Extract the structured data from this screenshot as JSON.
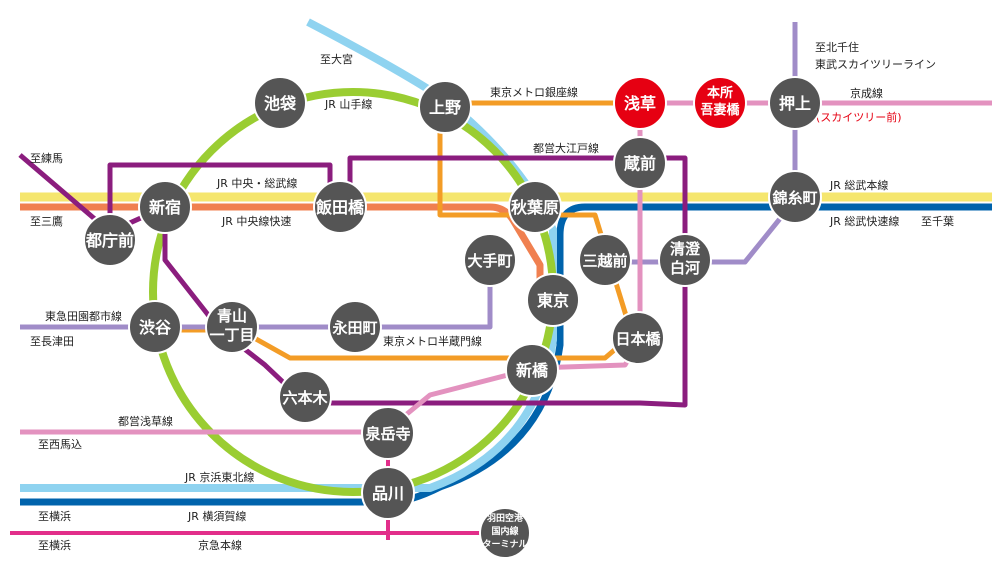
{
  "colors": {
    "yamanote": "#9acd32",
    "chuo_sobu": "#f5e66e",
    "chuo_rapid": "#f08050",
    "keihin_tohoku": "#8fd3f0",
    "yokosuka": "#0063ac",
    "ginza": "#f39c26",
    "oedo": "#8b1d7e",
    "hanzomon": "#a08cc8",
    "asakusa": "#e392bf",
    "keikyu": "#e22e8a",
    "tobu": "#a08cc8",
    "station_fill": "#555555",
    "station_highlight": "#e60012"
  },
  "labels": {
    "to_omiya": "至大宮",
    "to_nerima": "至練馬",
    "to_mitaka": "至三鷹",
    "to_kitasenju": "至北千住",
    "tobu_skytree": "東武スカイツリーライン",
    "keisei": "京成線",
    "skytree_mae": "(スカイツリー前)",
    "jr_yamanote": "JR 山手線",
    "metro_ginza": "東京メトロ銀座線",
    "toei_oedo": "都営大江戸線",
    "jr_chuo_sobu": "JR 中央・総武線",
    "jr_chuo_rapid": "JR 中央線快速",
    "jr_sobu_main": "JR 総武本線",
    "jr_sobu_rapid": "JR 総武快速線",
    "to_chiba": "至千葉",
    "tokyu_den": "東急田園都市線",
    "to_nagatsuta": "至長津田",
    "metro_hanzomon": "東京メトロ半蔵門線",
    "toei_asakusa": "都営浅草線",
    "to_nishimagome": "至西馬込",
    "jr_keihin": "JR 京浜東北線",
    "to_yokohama_1": "至横浜",
    "jr_yokosuka": "JR 横須賀線",
    "to_yokohama_2": "至横浜",
    "keikyu_main": "京急本線"
  },
  "stations": {
    "ikebukuro": [
      "池袋"
    ],
    "ueno": [
      "上野"
    ],
    "asakusa": [
      "浅草"
    ],
    "honjo": [
      "本所",
      "吾妻橋"
    ],
    "oshiage": [
      "押上"
    ],
    "kuramae": [
      "蔵前"
    ],
    "kinshicho": [
      "錦糸町"
    ],
    "shinjuku": [
      "新宿"
    ],
    "tochomae": [
      "都庁前"
    ],
    "iidabashi": [
      "飯田橋"
    ],
    "akihabara": [
      "秋葉原"
    ],
    "otemachi": [
      "大手町"
    ],
    "mitsukoshimae": [
      "三越前"
    ],
    "kiyosumi": [
      "清澄",
      "白河"
    ],
    "tokyo": [
      "東京"
    ],
    "shibuya": [
      "渋谷"
    ],
    "aoyama": [
      "青山",
      "一丁目"
    ],
    "nagatacho": [
      "永田町"
    ],
    "nihonbashi": [
      "日本橋"
    ],
    "shimbashi": [
      "新橋"
    ],
    "roppongi": [
      "六本木"
    ],
    "sengakuji": [
      "泉岳寺"
    ],
    "shinagawa": [
      "品川"
    ],
    "haneda": [
      "羽田空港",
      "国内線",
      "ターミナル"
    ]
  }
}
